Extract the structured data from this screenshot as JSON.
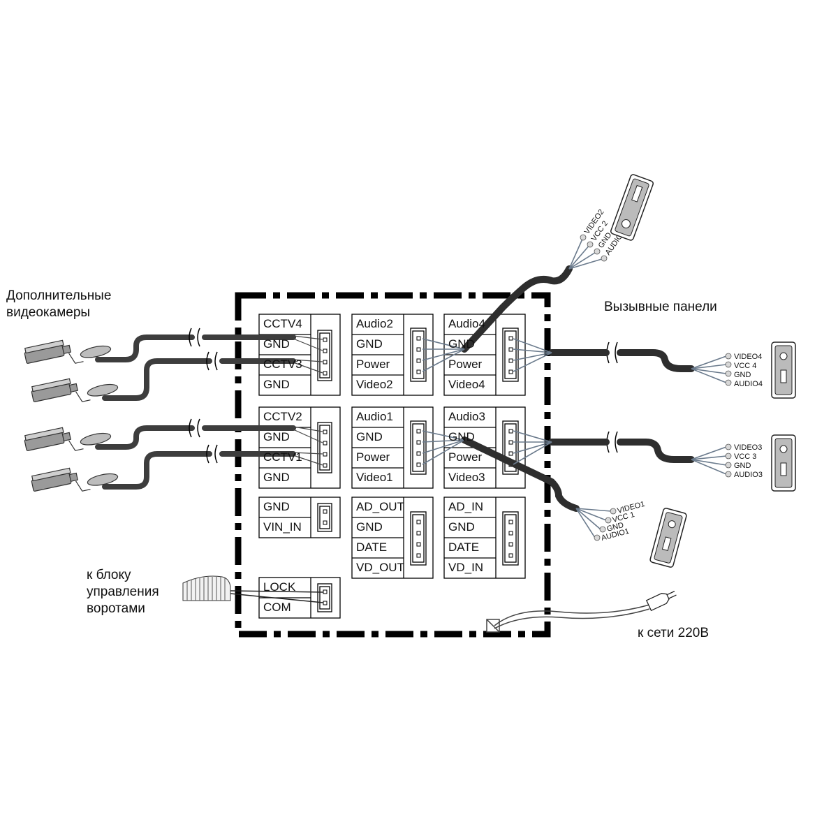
{
  "labels": {
    "cameras": "Дополнительные видеокамеры",
    "panels": "Вызывные панели",
    "gate": "к блоку управления воротами",
    "mains": "к сети 220В"
  },
  "terminal_blocks": [
    {
      "id": "cctv34",
      "rows": [
        "CCTV4",
        "GND",
        "CCTV3",
        "GND"
      ]
    },
    {
      "id": "panel24a",
      "rows": [
        "Audio2",
        "GND",
        "Power",
        "Video2"
      ]
    },
    {
      "id": "panel24b",
      "rows": [
        "Audio4",
        "GND",
        "Power",
        "Video4"
      ]
    },
    {
      "id": "cctv12",
      "rows": [
        "CCTV2",
        "GND",
        "CCTV1",
        "GND"
      ]
    },
    {
      "id": "panel13a",
      "rows": [
        "Audio1",
        "GND",
        "Power",
        "Video1"
      ]
    },
    {
      "id": "panel13b",
      "rows": [
        "Audio3",
        "GND",
        "Power",
        "Video3"
      ]
    },
    {
      "id": "vin",
      "rows": [
        "GND",
        "VIN_IN"
      ]
    },
    {
      "id": "adout",
      "rows": [
        "AD_OUT",
        "GND",
        "DATE",
        "VD_OUT"
      ]
    },
    {
      "id": "adin",
      "rows": [
        "AD_IN",
        "GND",
        "DATE",
        "VD_IN"
      ]
    },
    {
      "id": "lock",
      "rows": [
        "LOCK",
        "COM"
      ]
    }
  ],
  "wires": {
    "panel2": [
      "VIDEO2",
      "VCC 2",
      "GND",
      "AUDIO2"
    ],
    "panel4": [
      "VIDEO4",
      "VCC 4",
      "GND",
      "AUDIO4"
    ],
    "panel3": [
      "VIDEO3",
      "VCC 3",
      "GND",
      "AUDIO3"
    ],
    "panel1": [
      "VIDEO1",
      "VCC 1",
      "GND",
      "AUDIO1"
    ]
  }
}
